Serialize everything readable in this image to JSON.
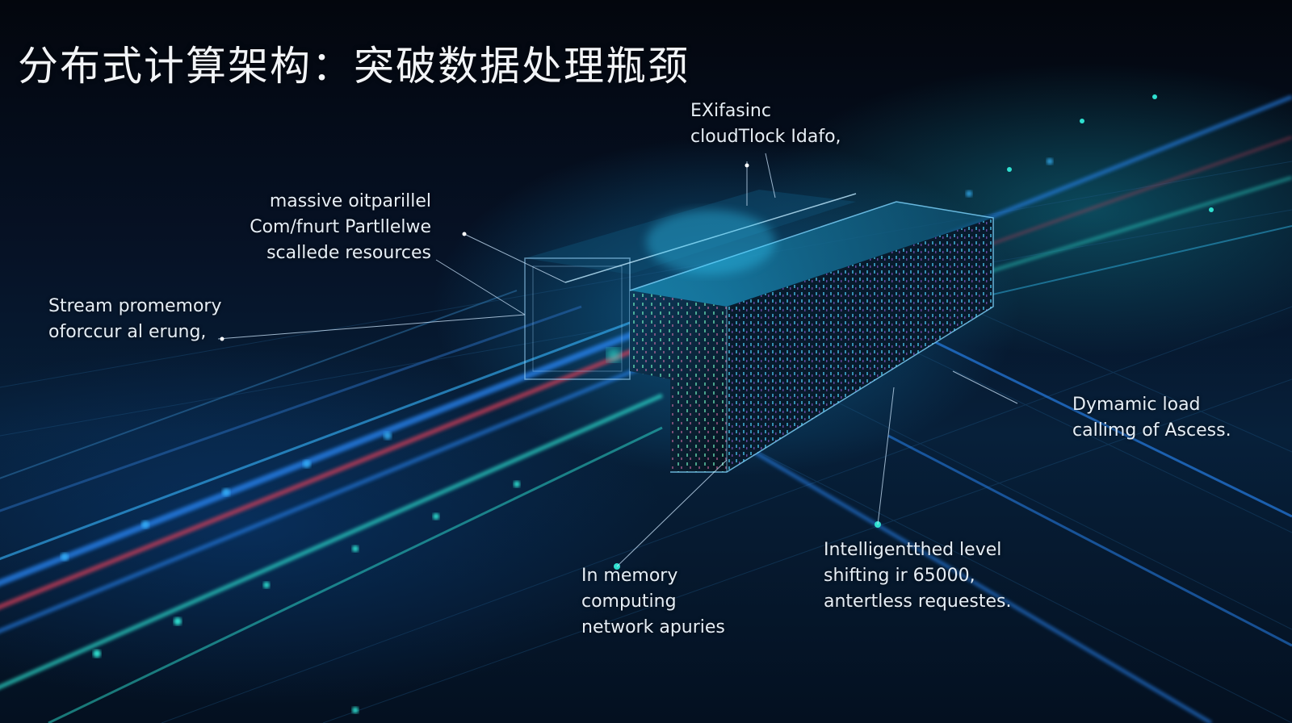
{
  "title": "分布式计算架构：突破数据处理瓶颈",
  "labels": {
    "top_center": {
      "lines": [
        "EXifasinc",
        "cloudTlock Idafo,"
      ]
    },
    "upper_left": {
      "lines": [
        "massive oitparillel",
        "Com/fnurt Partllelwe",
        "scallede resources"
      ]
    },
    "left": {
      "lines": [
        "Stream promemory",
        "oforccur al erung,"
      ]
    },
    "right": {
      "lines": [
        "Dymamic load",
        "callimg of Ascess."
      ]
    },
    "bottom_right": {
      "lines": [
        "Intelligentthed level",
        "shifting ir 65000,",
        "antertless requestes."
      ]
    },
    "bottom_center": {
      "lines": [
        "In memory",
        "computing",
        "network apuries"
      ]
    }
  },
  "colors": {
    "background": "#050b16",
    "accent_cyan": "#2fe0d0",
    "accent_blue": "#2a8cff",
    "accent_red": "#e0405a",
    "text": "#e6eef6"
  }
}
